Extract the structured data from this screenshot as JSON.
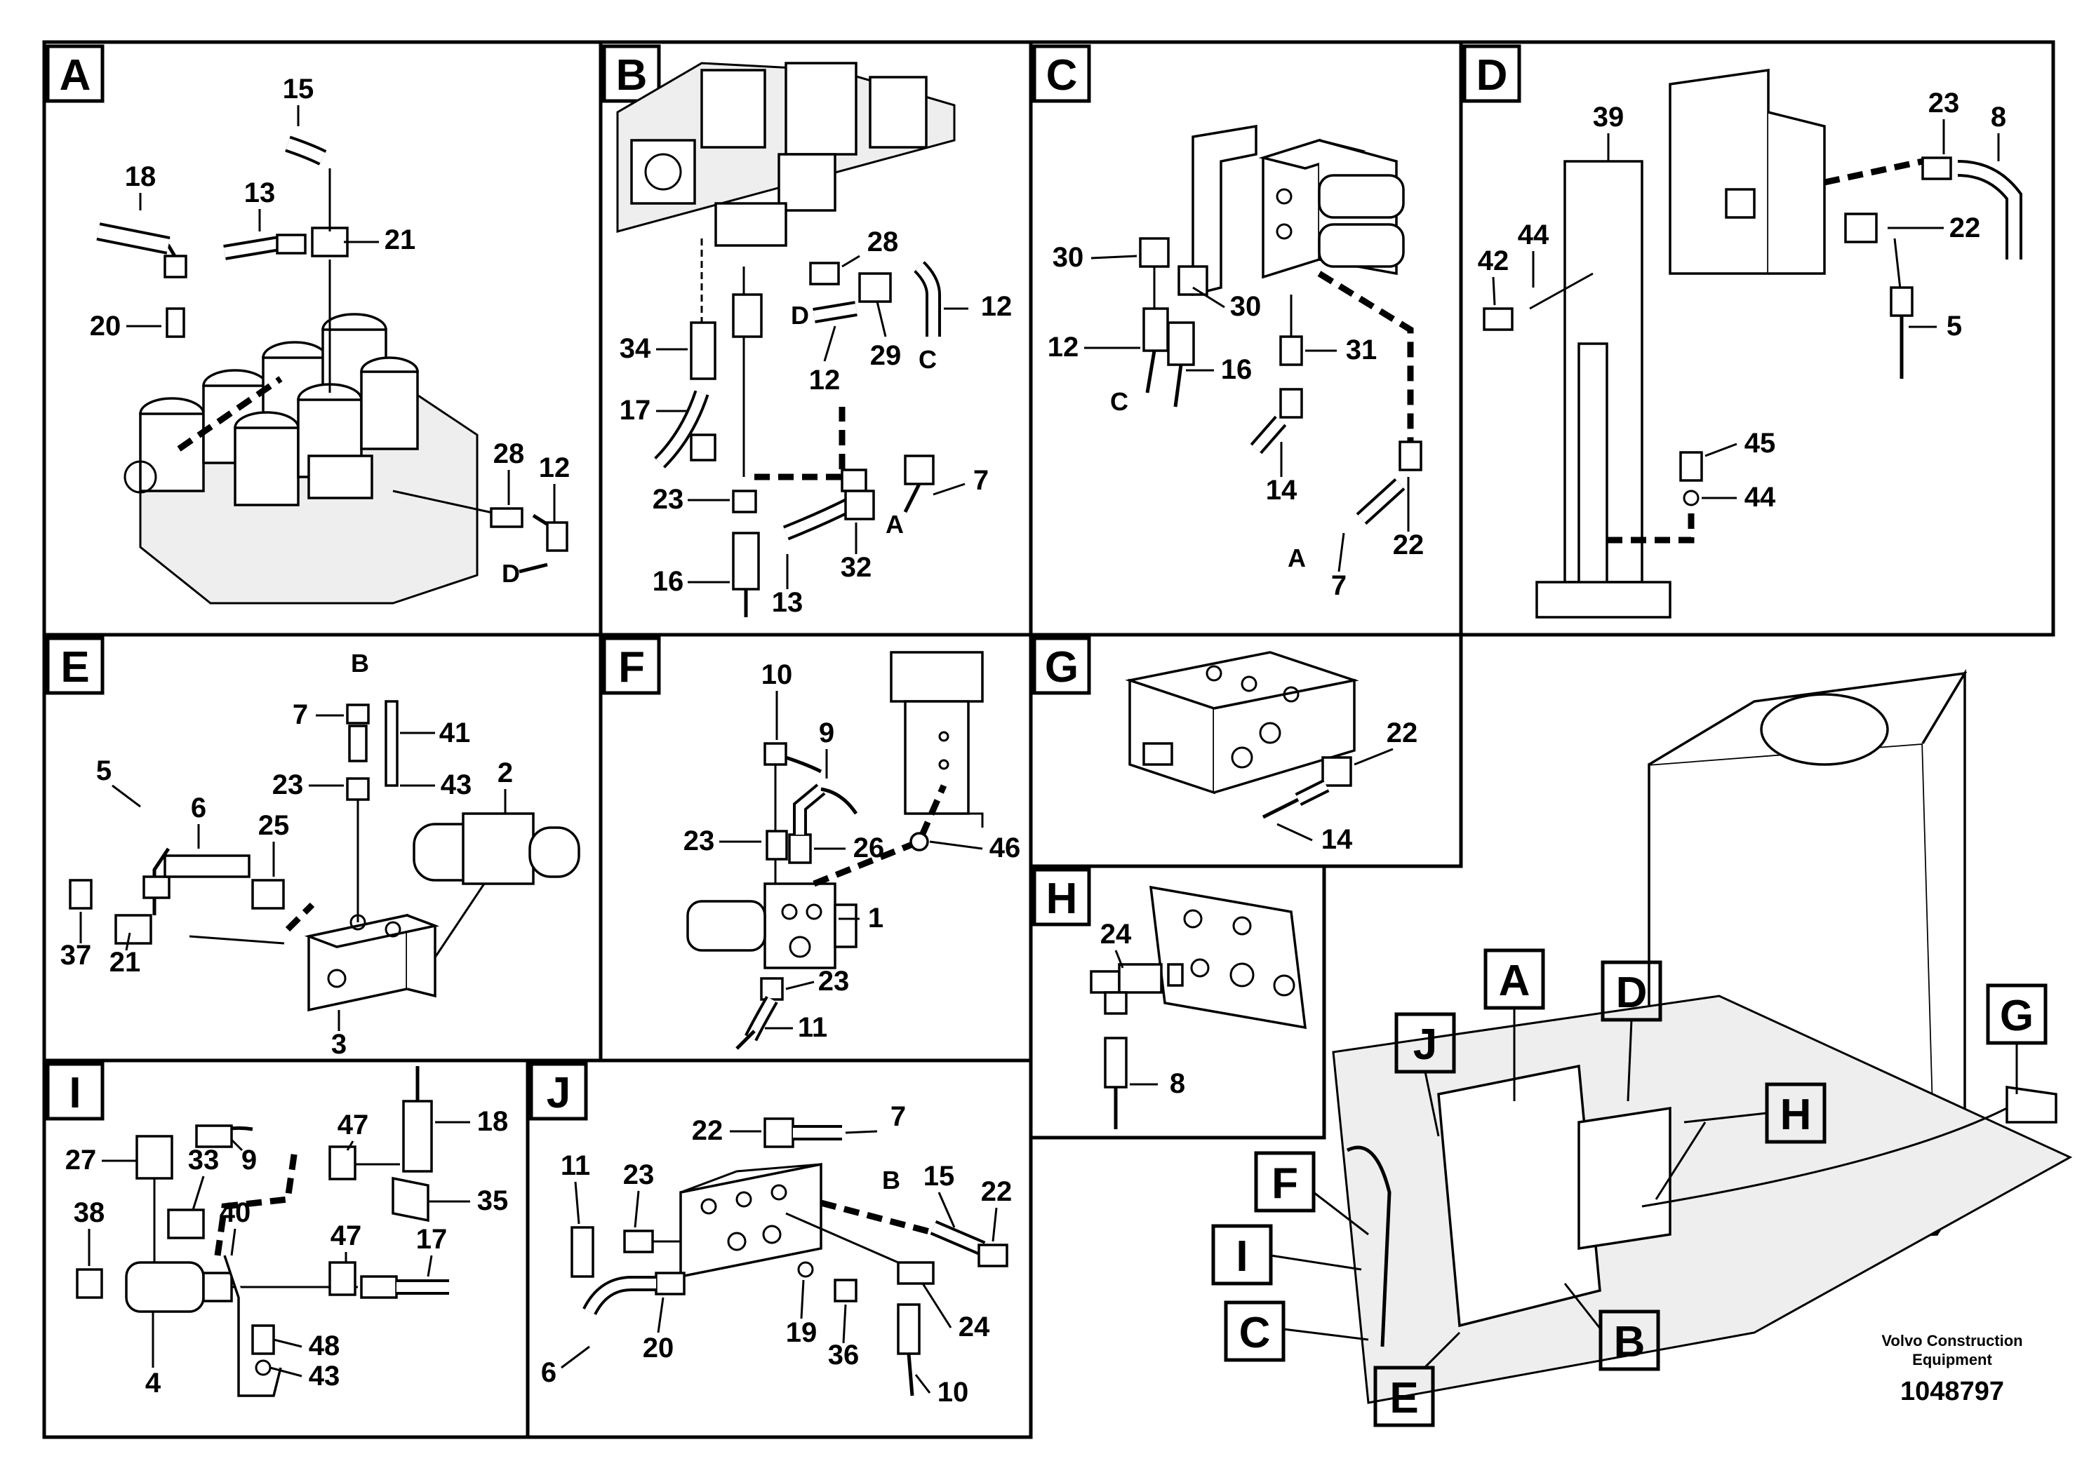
{
  "panels": {
    "A": {
      "tag": "A",
      "labels": [
        "15",
        "18",
        "13",
        "21",
        "20",
        "28",
        "12",
        "D"
      ]
    },
    "B": {
      "tag": "B",
      "labels": [
        "28",
        "D",
        "29",
        "12",
        "12",
        "C",
        "34",
        "17",
        "23",
        "32",
        "7",
        "A",
        "16",
        "13"
      ]
    },
    "C": {
      "tag": "C",
      "labels": [
        "30",
        "30",
        "12",
        "C",
        "16",
        "31",
        "14",
        "22",
        "A",
        "7"
      ]
    },
    "D": {
      "tag": "D",
      "labels": [
        "39",
        "23",
        "8",
        "22",
        "42",
        "44",
        "5",
        "45",
        "44"
      ]
    },
    "E": {
      "tag": "E",
      "labels": [
        "B",
        "7",
        "41",
        "23",
        "43",
        "2",
        "5",
        "6",
        "25",
        "37",
        "21",
        "3"
      ]
    },
    "F": {
      "tag": "F",
      "labels": [
        "10",
        "9",
        "23",
        "26",
        "46",
        "1",
        "23",
        "11"
      ]
    },
    "G": {
      "tag": "G",
      "labels": [
        "22",
        "14"
      ]
    },
    "H": {
      "tag": "H",
      "labels": [
        "24",
        "8"
      ]
    },
    "I": {
      "tag": "I",
      "labels": [
        "9",
        "47",
        "18",
        "27",
        "33",
        "38",
        "40",
        "35",
        "47",
        "17",
        "48",
        "43",
        "4"
      ]
    },
    "J": {
      "tag": "J",
      "labels": [
        "22",
        "7",
        "11",
        "23",
        "B",
        "15",
        "22",
        "20",
        "19",
        "36",
        "24",
        "6",
        "10"
      ]
    }
  },
  "overview": {
    "callouts": [
      "A",
      "D",
      "J",
      "G",
      "H",
      "F",
      "I",
      "C",
      "E",
      "B"
    ]
  },
  "footer": {
    "brand_line1": "Volvo Construction",
    "brand_line2": "Equipment",
    "part_number": "1048797"
  }
}
